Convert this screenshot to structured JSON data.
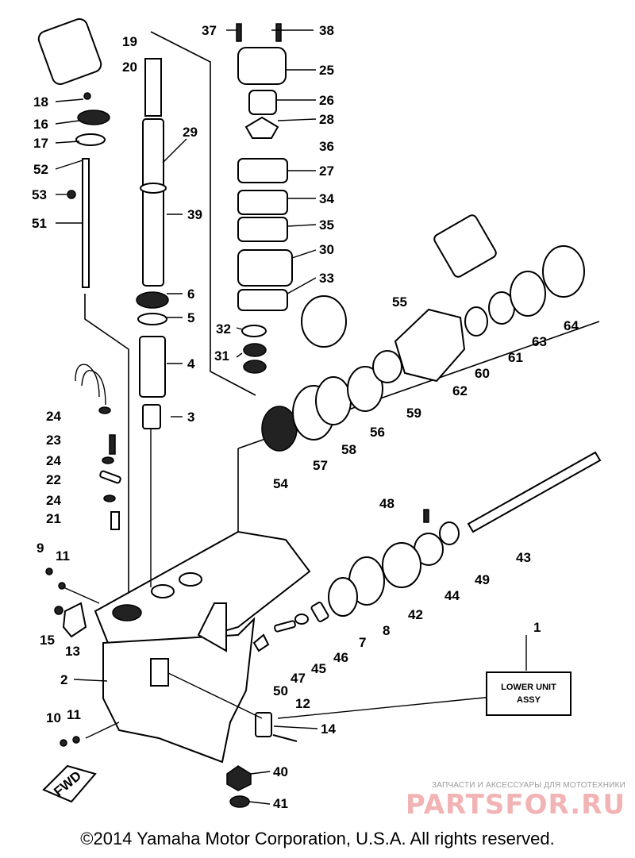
{
  "diagram": {
    "callouts": [
      "1",
      "2",
      "3",
      "4",
      "5",
      "6",
      "7",
      "8",
      "9",
      "10",
      "11",
      "11",
      "12",
      "13",
      "14",
      "15",
      "16",
      "17",
      "18",
      "19",
      "20",
      "21",
      "22",
      "23",
      "24",
      "24",
      "24",
      "25",
      "26",
      "27",
      "28",
      "29",
      "30",
      "31",
      "32",
      "33",
      "34",
      "35",
      "36",
      "37",
      "38",
      "39",
      "40",
      "41",
      "42",
      "43",
      "44",
      "45",
      "46",
      "47",
      "48",
      "49",
      "50",
      "51",
      "52",
      "53",
      "54",
      "55",
      "56",
      "57",
      "58",
      "59",
      "60",
      "61",
      "62",
      "63",
      "64"
    ],
    "lower_unit_label": [
      "LOWER UNIT",
      "ASSY"
    ],
    "direction_tag": "FWD"
  },
  "watermark": {
    "tagline": "ЗАПЧАСТИ И АКСЕССУАРЫ ДЛЯ МОТОТЕХНИКИ",
    "logo": "PARTSFOR.RU"
  },
  "footer": {
    "copyright": "©2014 Yamaha Motor Corporation, U.S.A. All rights reserved."
  }
}
